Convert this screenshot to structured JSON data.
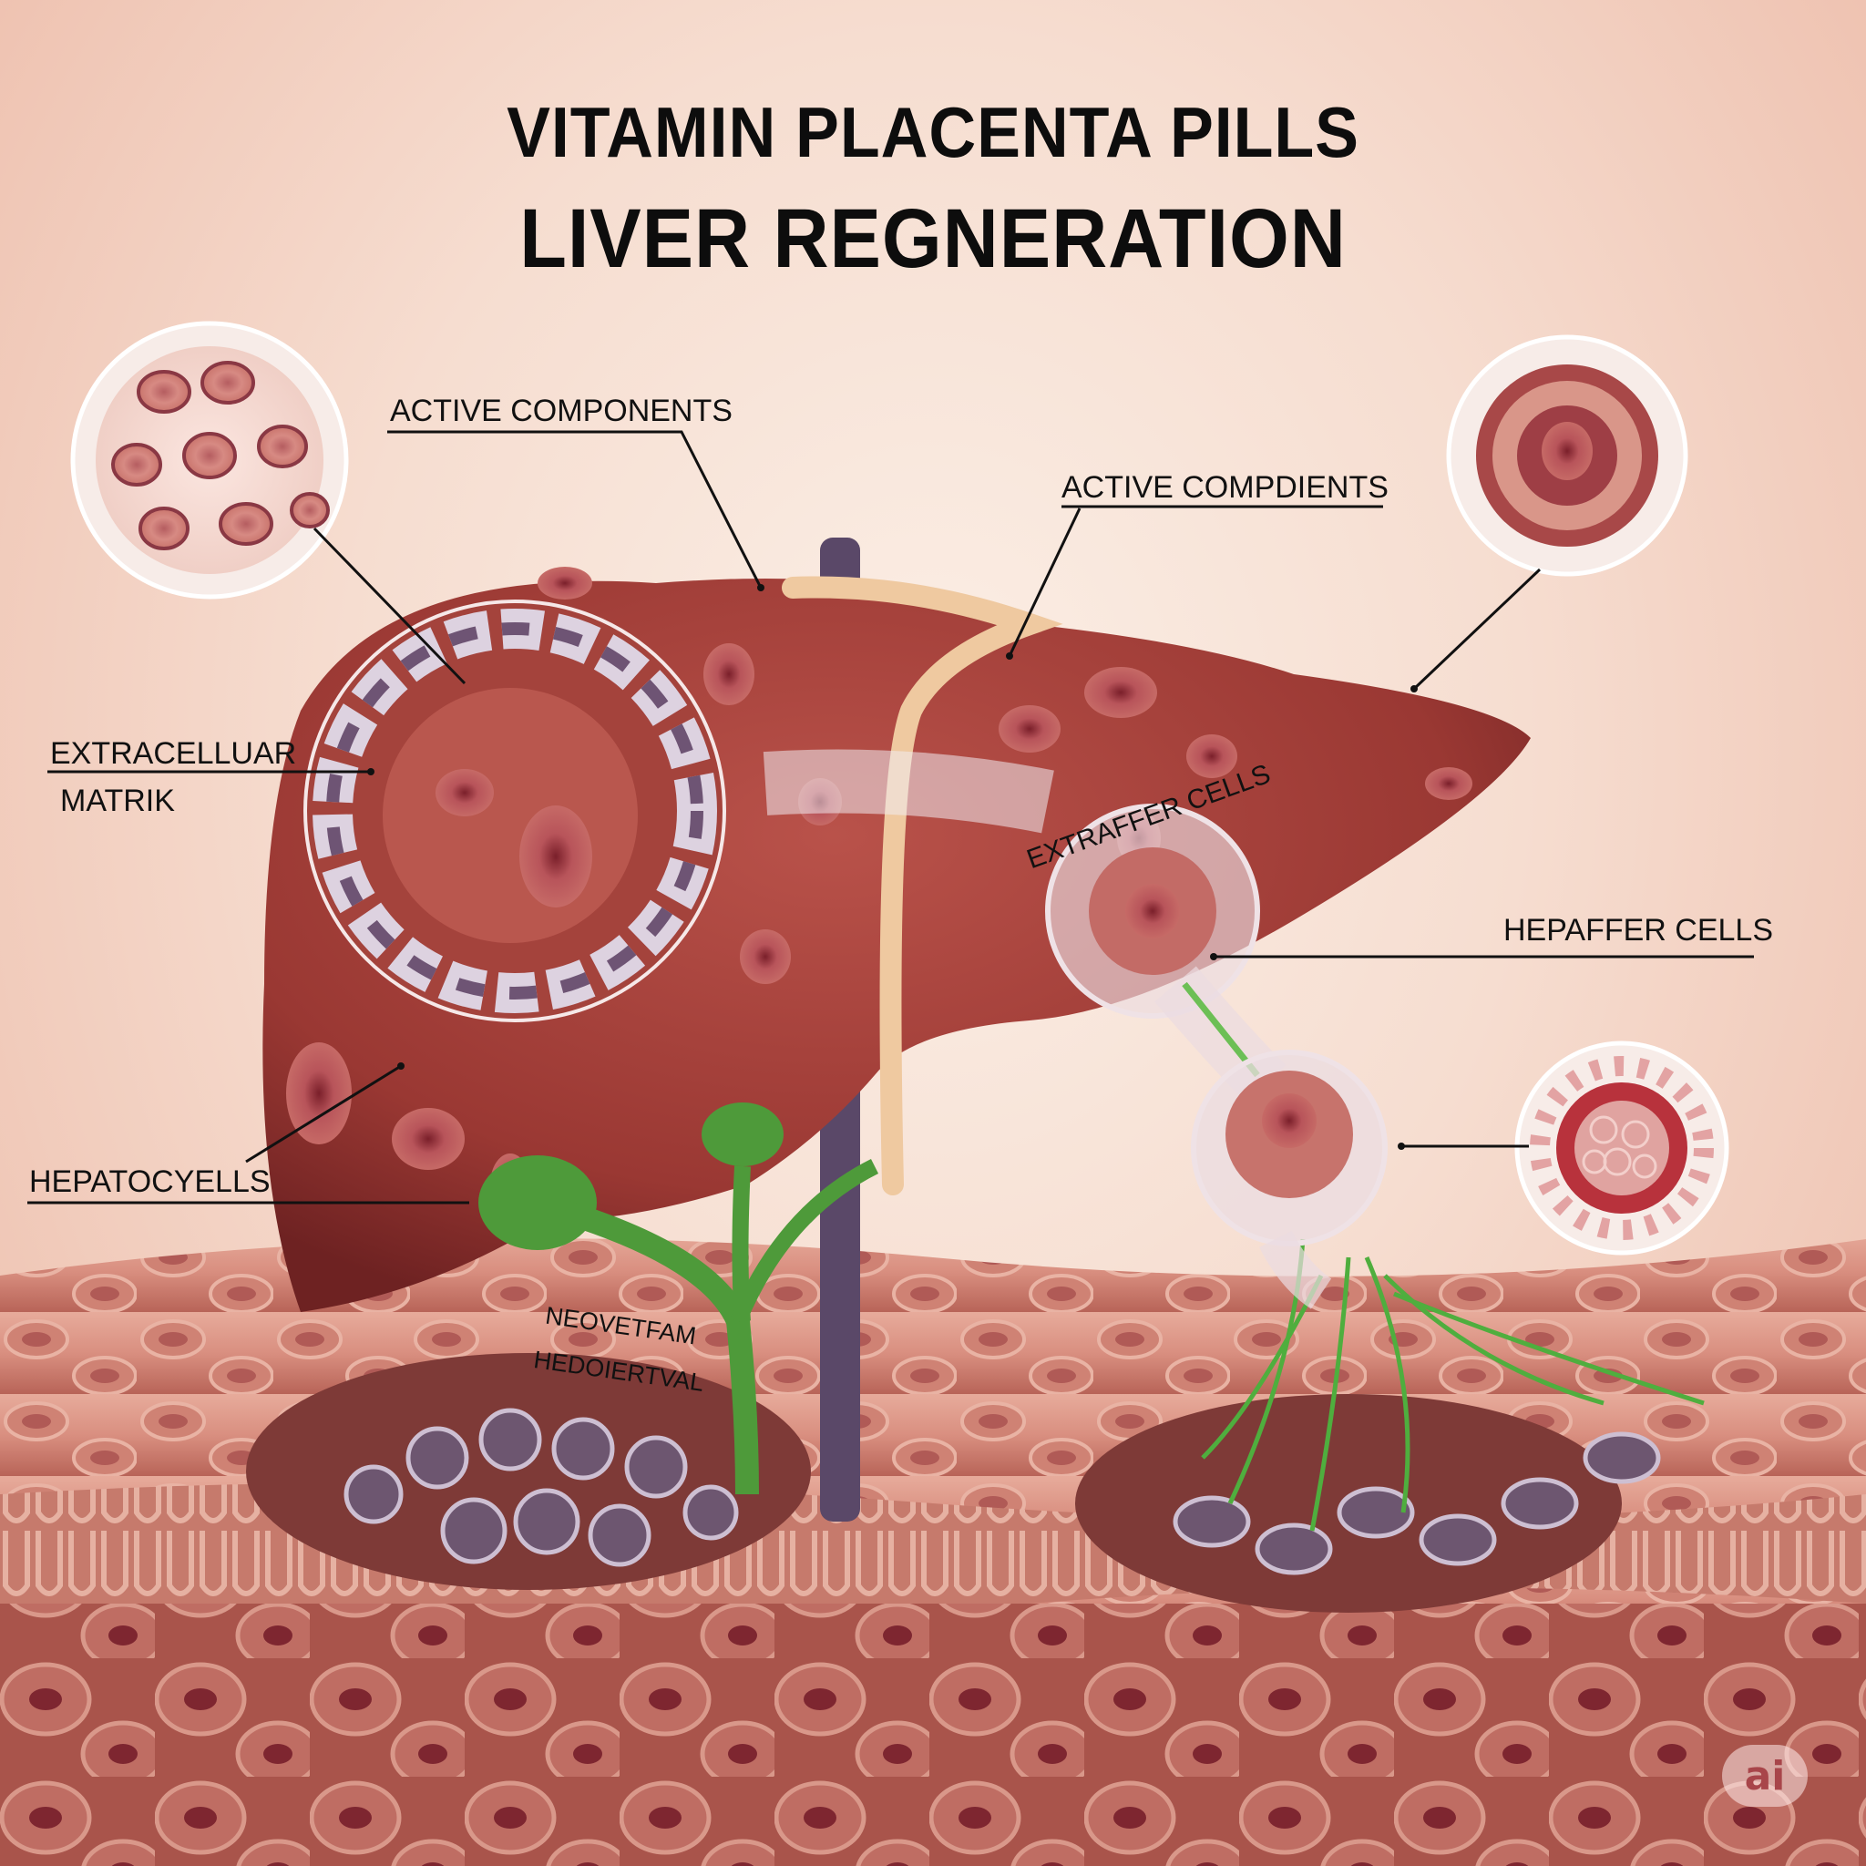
{
  "title": {
    "line1": "VITAMIN PLACENTA PILLS",
    "line2": "LIVER REGNERATION"
  },
  "labels": {
    "active_components": "ACTIVE COMPONENTS",
    "active_compdients": "ACTIVE COMPDIENTS",
    "extracelluar_line1": "EXTRACELLUAR",
    "extracelluar_line2": "MATRIK",
    "hepatocyells": "HEPATOCYELLS",
    "hepaffer_cells": "HEPAFFER CELLS",
    "extraffer_cells": "EXTRAFFER CELLS",
    "neovetfam_line1": "NEOVETFAM",
    "neovetfam_line2": "HEDOIERTVAL"
  },
  "watermark": "ai",
  "colors": {
    "liver": "#9e3b36",
    "liver_dark": "#7a2626",
    "gallbladder": "#4e9a3a",
    "vessel": "#5a4868",
    "ligament": "#efc9a0",
    "tissue": "#d98f80"
  }
}
